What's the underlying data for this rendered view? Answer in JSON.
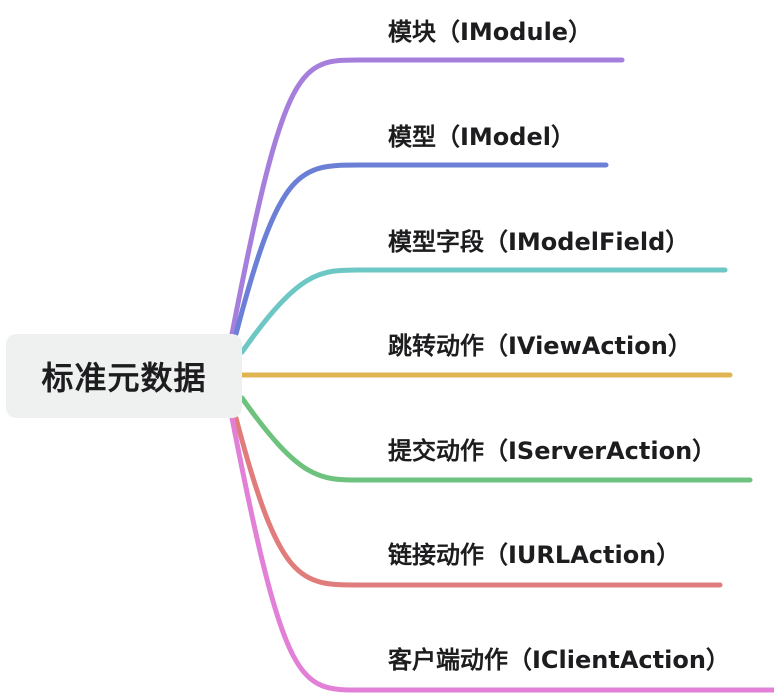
{
  "root": {
    "label": "标准元数据"
  },
  "branches": [
    {
      "label": "模块（IModule）",
      "color": "#a67fdc"
    },
    {
      "label": "模型（IModel）",
      "color": "#6b7fd6"
    },
    {
      "label": "模型字段（IModelField）",
      "color": "#6cc7c5"
    },
    {
      "label": "跳转动作（IViewAction）",
      "color": "#e0b451"
    },
    {
      "label": "提交动作（IServerAction）",
      "color": "#6dc27d"
    },
    {
      "label": "链接动作（IURLAction）",
      "color": "#e17c7c"
    },
    {
      "label": "客户端动作（IClientAction）",
      "color": "#e280d8"
    }
  ]
}
